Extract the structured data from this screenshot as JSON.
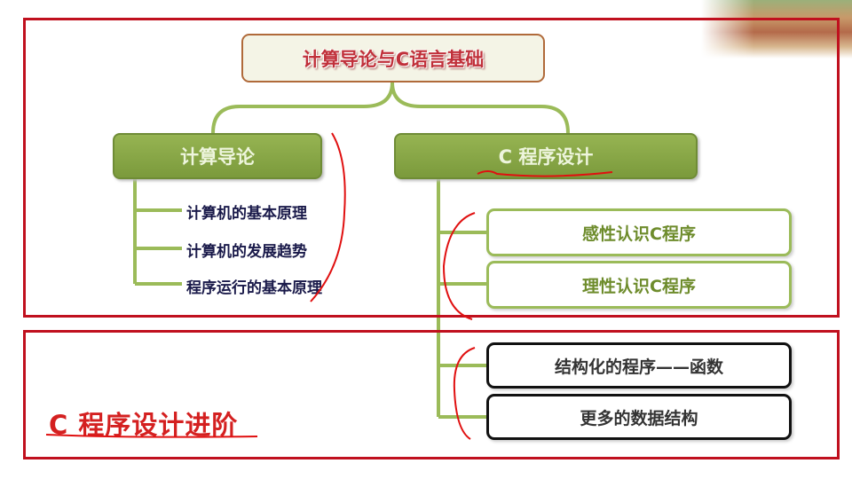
{
  "root": "计算导论与C语言基础",
  "left_branch": {
    "label": "计算导论",
    "items": [
      "计算机的基本原理",
      "计算机的发展趋势",
      "程序运行的基本原理"
    ]
  },
  "right_branch": {
    "label": "C 程序设计",
    "items": [
      "感性认识C程序",
      "理性认识C程序",
      "结构化的程序——函数",
      "更多的数据结构"
    ]
  },
  "advanced_label": "C 程序设计进阶",
  "colors": {
    "frame": "#c0101e",
    "green": "#8aa84a",
    "annotation": "#e01010"
  }
}
